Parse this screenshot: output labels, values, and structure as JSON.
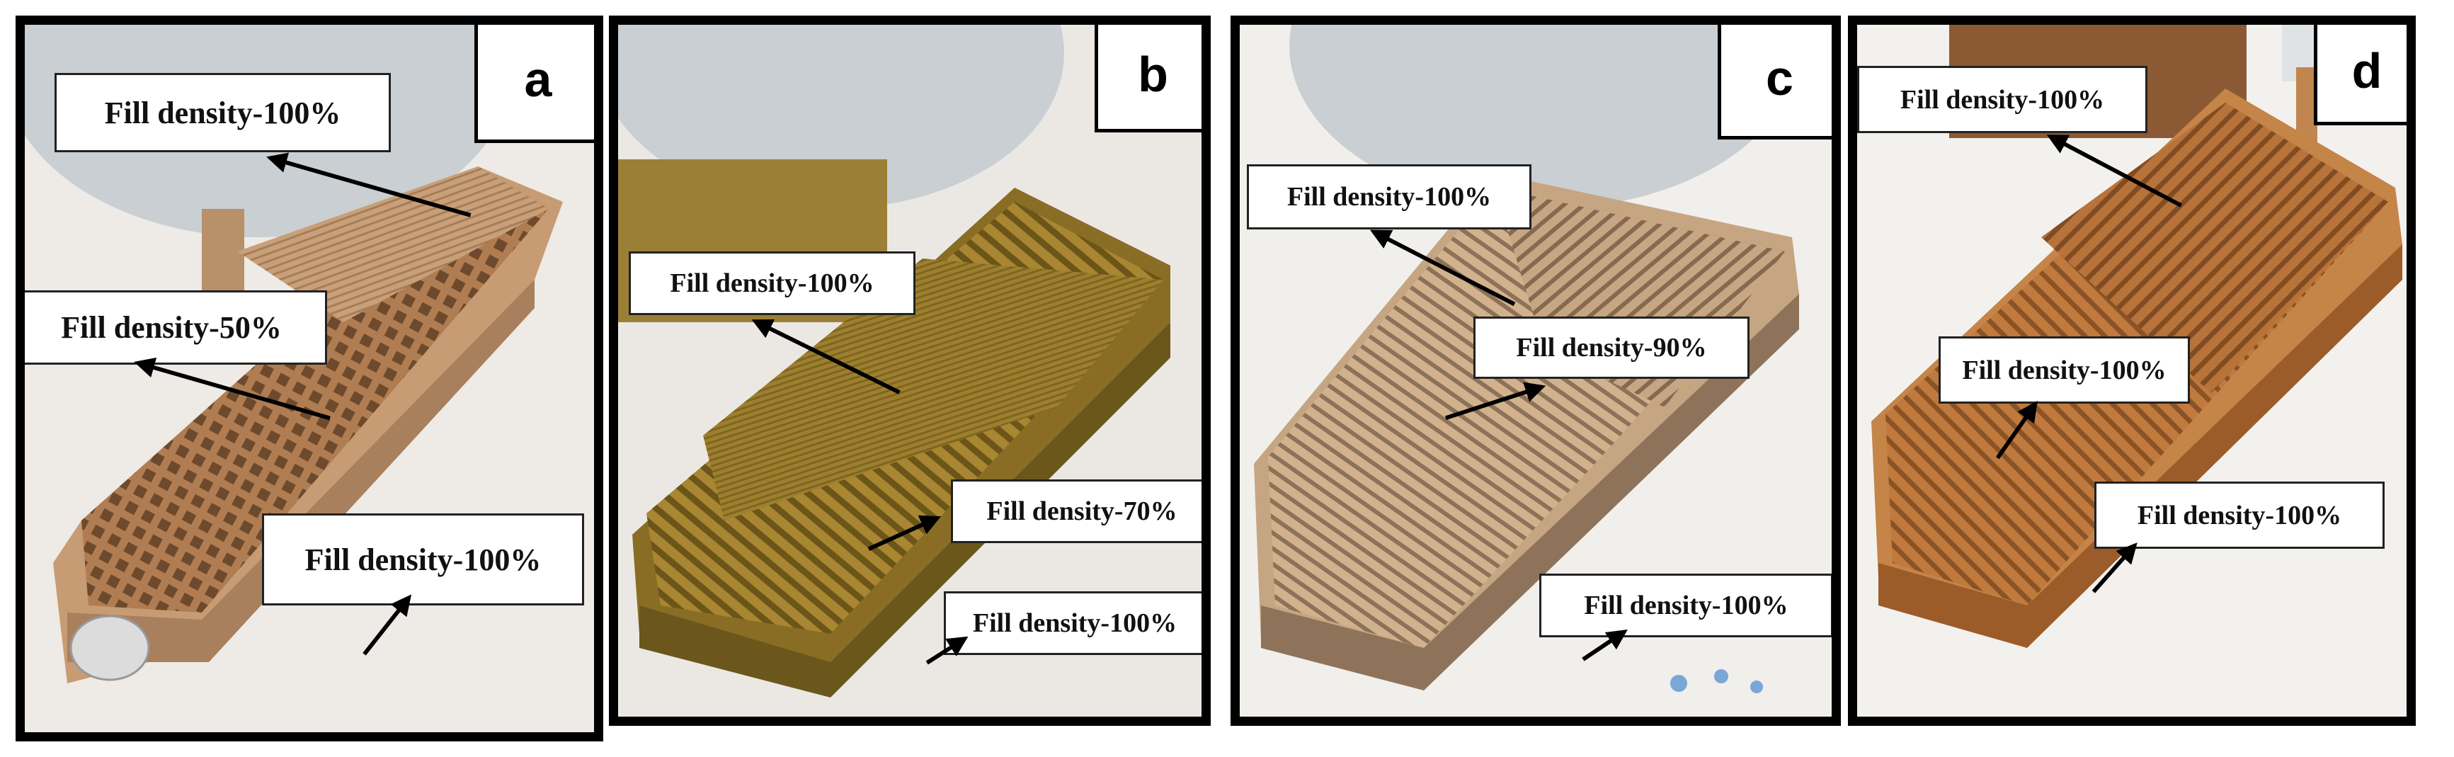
{
  "panels": [
    {
      "label": "a",
      "callouts": [
        "Fill density-100%",
        "Fill density-50%",
        "Fill density-100%"
      ]
    },
    {
      "label": "b",
      "callouts": [
        "Fill density-100%",
        "Fill density-70%",
        "Fill density-100%"
      ]
    },
    {
      "label": "c",
      "callouts": [
        "Fill density-100%",
        "Fill density-90%",
        "Fill density-100%"
      ]
    },
    {
      "label": "d",
      "callouts": [
        "Fill density-100%",
        "Fill density-100%",
        "Fill density-100%"
      ]
    }
  ],
  "colors": {
    "border": "#000000",
    "callout_bg": "#ffffff",
    "nozzle": "#c9cfd3"
  }
}
